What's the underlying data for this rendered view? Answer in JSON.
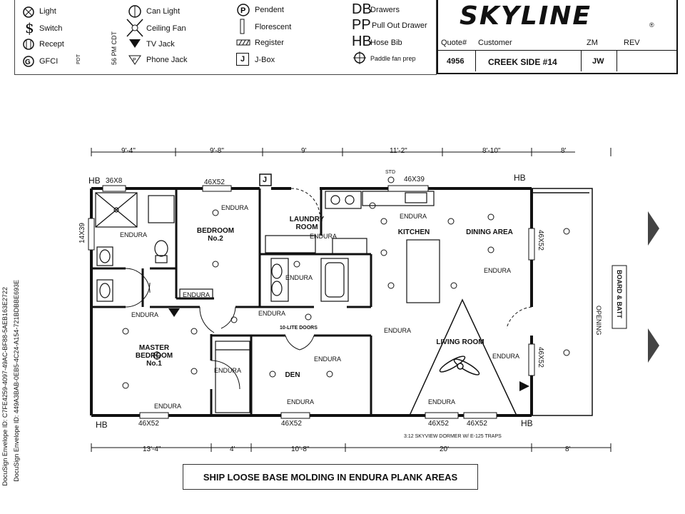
{
  "legend": {
    "col1": [
      "Light",
      "Switch",
      "Recept",
      "GFCI"
    ],
    "col2": [
      "Can Light",
      "Ceiling Fan",
      "TV Jack",
      "Phone Jack"
    ],
    "col3": [
      "Pendent",
      "Florescent",
      "Register",
      "J-Box"
    ],
    "col3_icons": {
      "pendent": "P",
      "jbox": "J"
    },
    "col4_codes": [
      "DB",
      "PP",
      "HB"
    ],
    "col4": [
      "Drawers",
      "Pull Out Drawer",
      "Hose Bib",
      "Paddle fan prep"
    ]
  },
  "fax_stamp": [
    "56 PM CDT",
    "PDT"
  ],
  "title_block": {
    "brand": "SKYLINE",
    "reg": "®",
    "headers": [
      "Quote#",
      "Customer",
      "ZM",
      "REV"
    ],
    "values": [
      "4956",
      "CREEK SIDE #14",
      "JW"
    ]
  },
  "docusign": [
    "DocuSign Envelope ID: C7FE4259-4097-49AC-BF88-5AEB163E2722",
    "DocuSign Envelope ID: 449A3BAB-0EB5-4C24-A154-721BDBBE693E"
  ],
  "dims_top": [
    "9'-4\"",
    "9'-8\"",
    "9'",
    "11'-2\"",
    "8'-10\"",
    "8'"
  ],
  "dims_bottom": [
    "13'-4\"",
    "4'",
    "10'-8\"",
    "20'",
    "8'"
  ],
  "hb": "HB",
  "windows": {
    "w1": "36X8",
    "w2": "46X52",
    "w3": "46X39",
    "w4": "14X39",
    "w5": "46X52",
    "w6": "46X52",
    "w7": "46X52",
    "w8": "46X52",
    "w9": "46X52",
    "w10": "46X52"
  },
  "std": "STD",
  "jbox": "J",
  "rooms": {
    "bedroom2": [
      "BEDROOM",
      "No.2"
    ],
    "laundry": [
      "LAUNDRY",
      "ROOM"
    ],
    "kitchen": "KITCHEN",
    "dining": "DINING AREA",
    "master": [
      "MASTER",
      "BEDROOM",
      "No.1"
    ],
    "den": "DEN",
    "living": "LIVING ROOM"
  },
  "floor": "ENDURA",
  "doors_label": "10-LITE DOORS",
  "dormer": "3:12 SKYVIEW DORMER W/ E-125 TRAPS",
  "board_batt": "BOARD & BATT",
  "opening": "OPENING",
  "note": "SHIP LOOSE BASE MOLDING IN ENDURA PLANK AREAS"
}
